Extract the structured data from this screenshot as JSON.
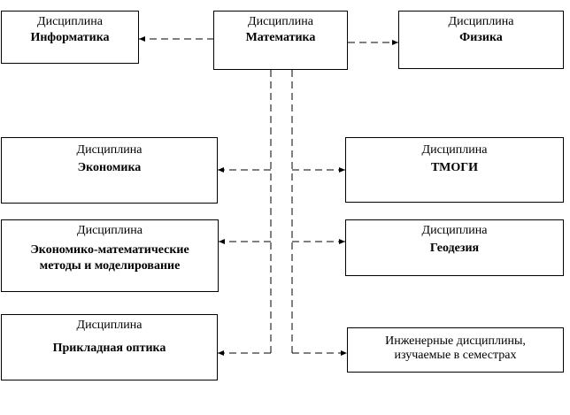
{
  "boxes": {
    "math": {
      "caption": "Дисциплина",
      "name": "Математика"
    },
    "informatics": {
      "caption": "Дисциплина",
      "name": "Информатика"
    },
    "physics": {
      "caption": "Дисциплина",
      "name": "Физика"
    },
    "economics": {
      "caption": "Дисциплина",
      "name": "Экономика"
    },
    "tmogi": {
      "caption": "Дисциплина",
      "name": "ТМОГИ"
    },
    "econ_math": {
      "caption": "Дисциплина",
      "name_line1": "Экономико-математические",
      "name_line2": "методы и моделирование"
    },
    "geodesy": {
      "caption": "Дисциплина",
      "name": "Геодезия"
    },
    "optics": {
      "caption": "Дисциплина",
      "name": "Прикладная оптика"
    },
    "engineering": {
      "line1": "Инженерные дисциплины,",
      "line2": "изучаемые в семестрах"
    }
  }
}
